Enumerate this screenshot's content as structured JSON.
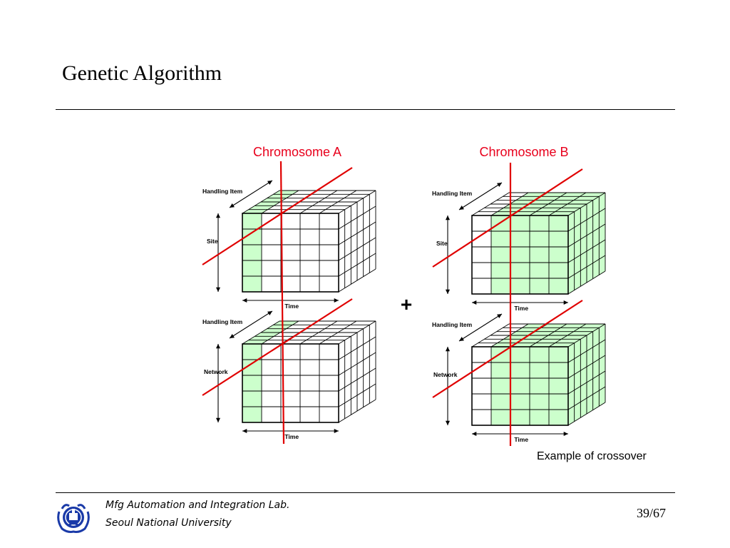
{
  "slide": {
    "title": "Genetic Algorithm",
    "caption": "Example of crossover",
    "page_number": "39/67"
  },
  "footer": {
    "line1": "Mfg Automation and Integration Lab.",
    "line2": "Seoul National University",
    "logo_icon": "university-seal-icon"
  },
  "diagram": {
    "plus_sign": "+",
    "chromosomes": [
      {
        "name": "Chromosome A",
        "cubes": [
          {
            "depth_label": "Handling Item",
            "vertical_label": "Site",
            "time_label": "Time"
          },
          {
            "depth_label": "Handling Item",
            "vertical_label": "Network",
            "time_label": "Time"
          }
        ]
      },
      {
        "name": "Chromosome B",
        "cubes": [
          {
            "depth_label": "Handling Item",
            "vertical_label": "Site",
            "time_label": "Time"
          },
          {
            "depth_label": "Handling Item",
            "vertical_label": "Network",
            "time_label": "Time"
          }
        ]
      }
    ],
    "colors": {
      "cut_line": "#e00000",
      "highlight": "#ccffcc",
      "grid": "#000000",
      "chromosome_label": "#e8001c"
    }
  }
}
